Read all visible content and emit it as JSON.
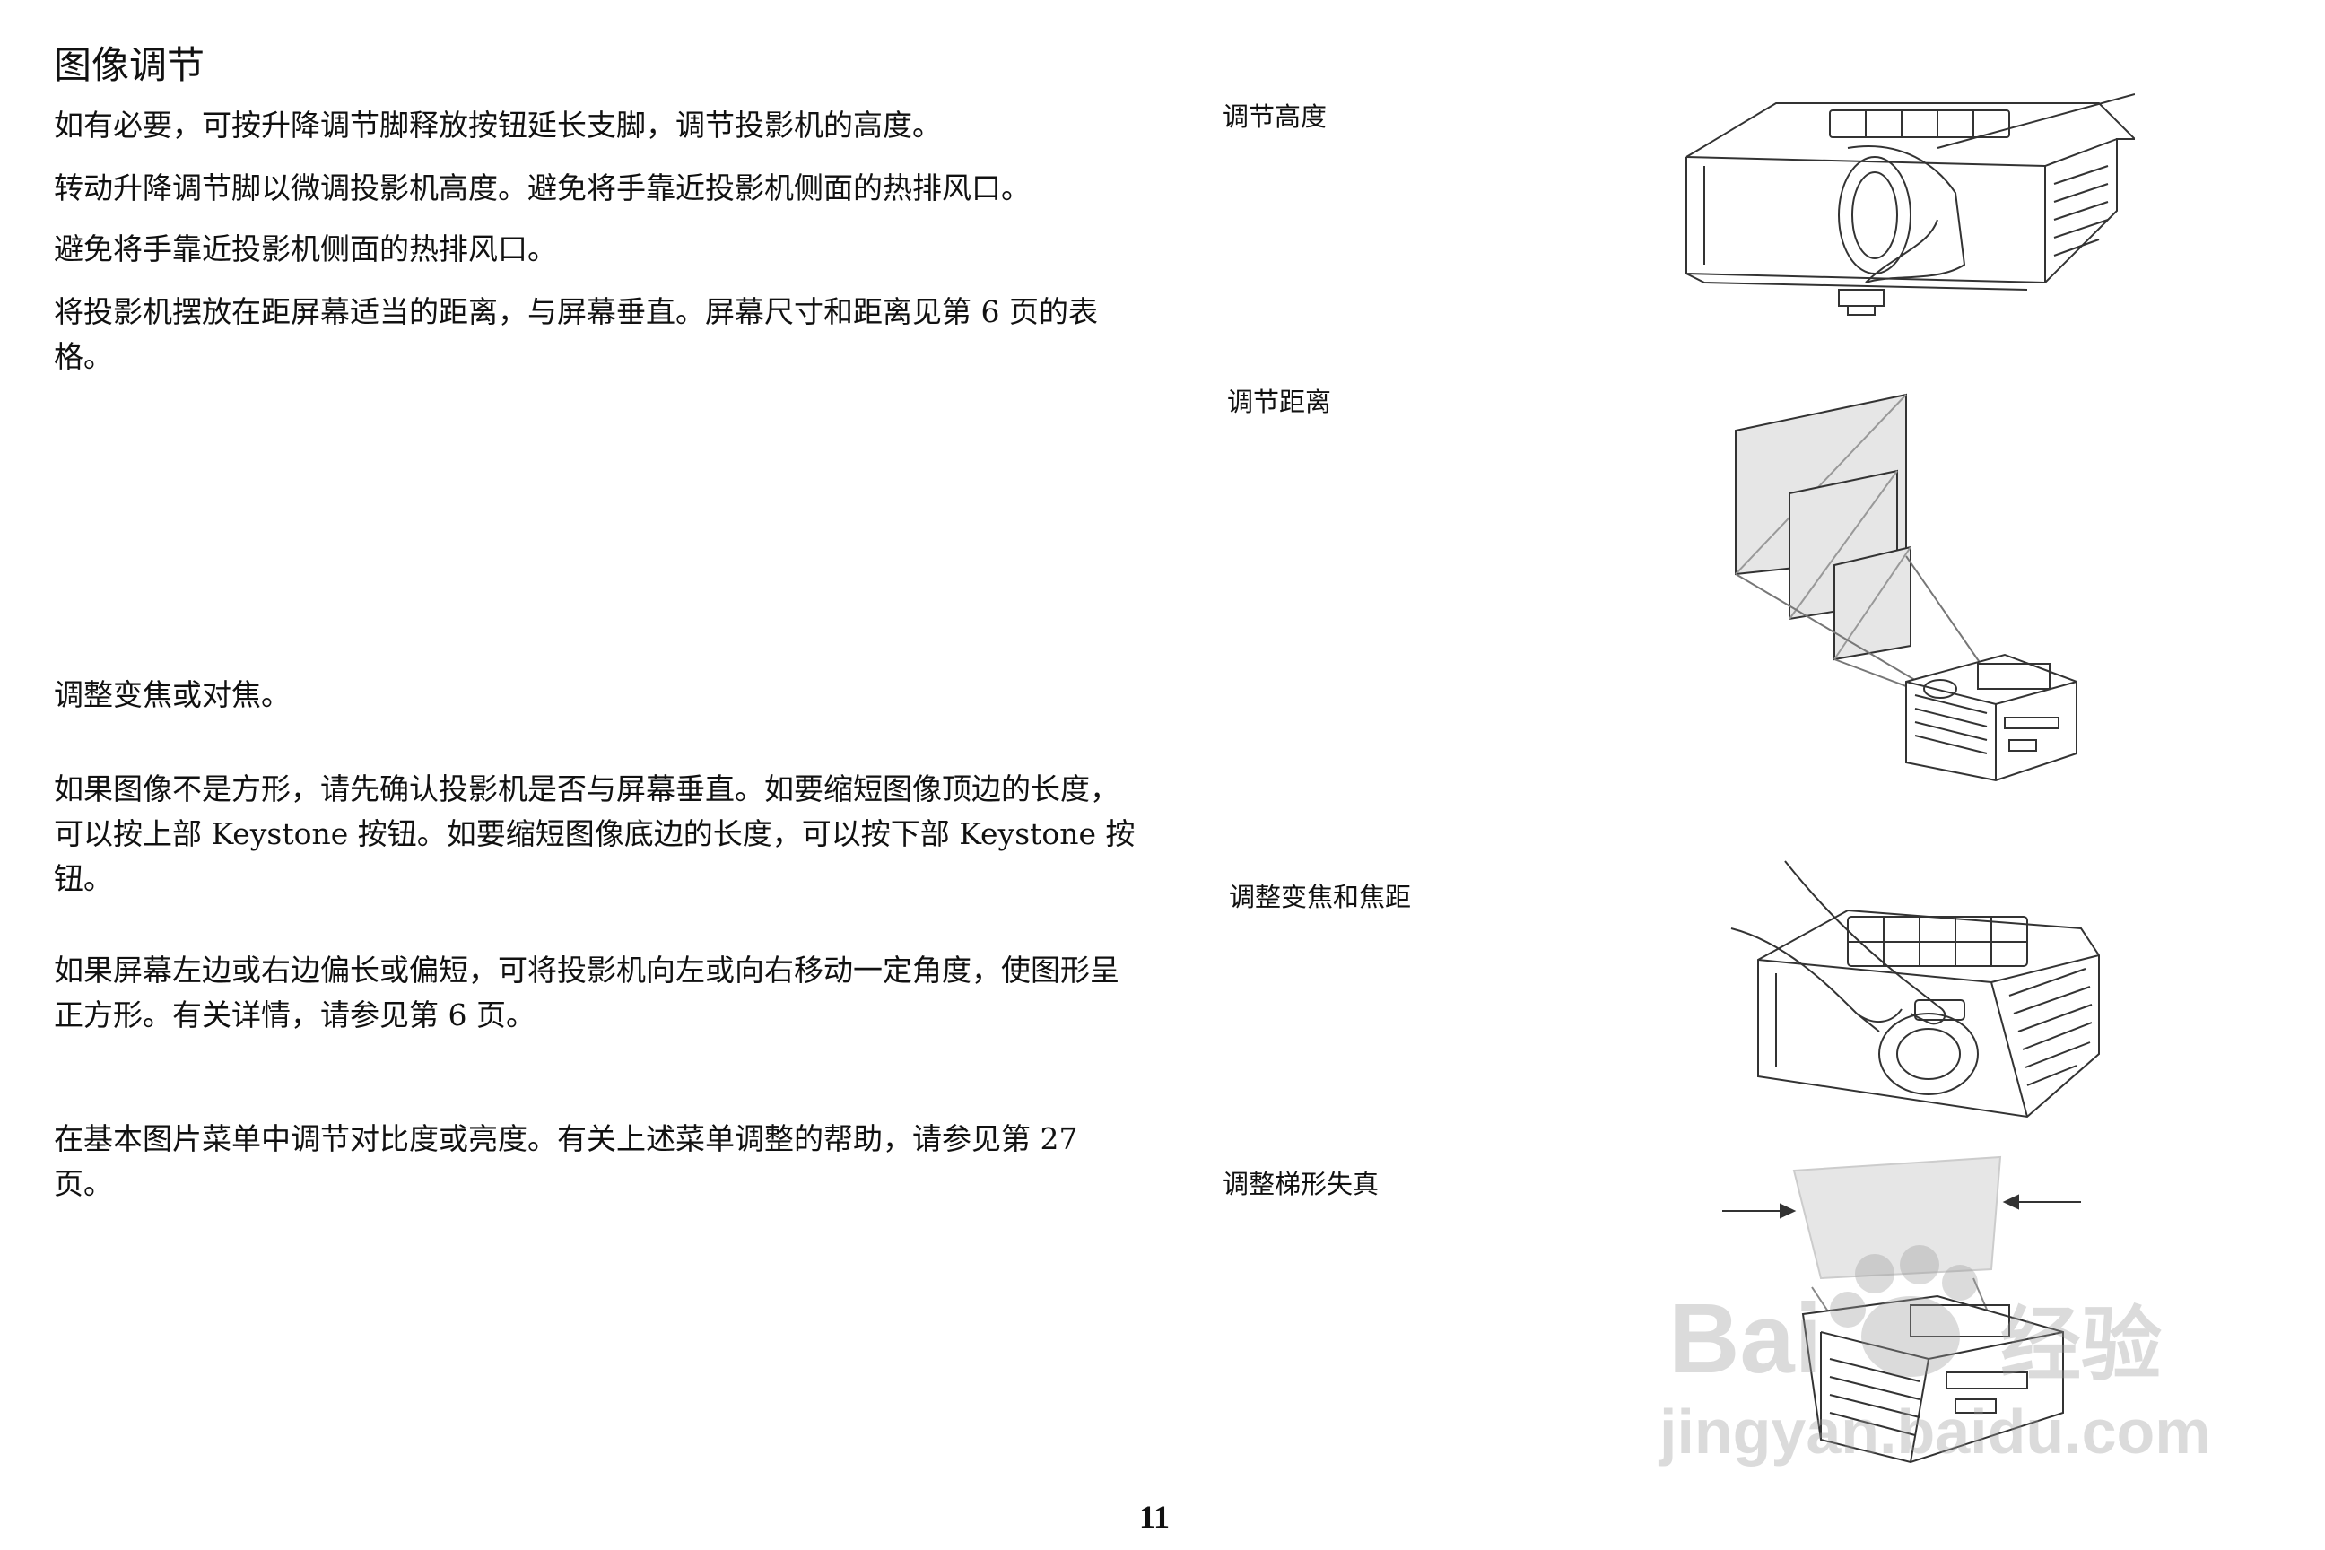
{
  "page": {
    "title": "图像调节",
    "page_number": "11"
  },
  "left_column": {
    "paragraphs": [
      "如有必要，可按升降调节脚释放按钮延长支脚，调节投影机的高度。",
      "转动升降调节脚以微调投影机高度。避免将手靠近投影机侧面的热排风口。",
      "避免将手靠近投影机侧面的热排风口。",
      "将投影机摆放在距屏幕适当的距离，与屏幕垂直。屏幕尺寸和距离见第 6 页的表格。",
      "调整变焦或对焦。",
      "如果图像不是方形，请先确认投影机是否与屏幕垂直。如要缩短图像顶边的长度，可以按上部 Keystone 按钮。如要缩短图像底边的长度，可以按下部 Keystone 按钮。",
      "如果屏幕左边或右边偏长或偏短，可将投影机向左或向右移动一定角度，使图形呈正方形。有关详情，请参见第 6 页。",
      "在基本图片菜单中调节对比度或亮度。有关上述菜单调整的帮助，请参见第 27 页。"
    ]
  },
  "right_column": {
    "figures": [
      {
        "caption": "调节高度",
        "icon": "projector-height-adjust-illustration"
      },
      {
        "caption": "调节距离",
        "icon": "projector-screen-distance-illustration"
      },
      {
        "caption": "调整变焦和焦距",
        "icon": "projector-zoom-focus-illustration"
      },
      {
        "caption": "调整梯形失真",
        "icon": "projector-keystone-illustration"
      }
    ]
  },
  "watermark": {
    "brand": "Bai",
    "brand_cn": "经验",
    "url": "jingyan.baidu.com"
  },
  "colors": {
    "text": "#111111",
    "line_art": "#333333",
    "screen_fill": "#e6e6e6",
    "watermark": "#9a9a9a"
  }
}
